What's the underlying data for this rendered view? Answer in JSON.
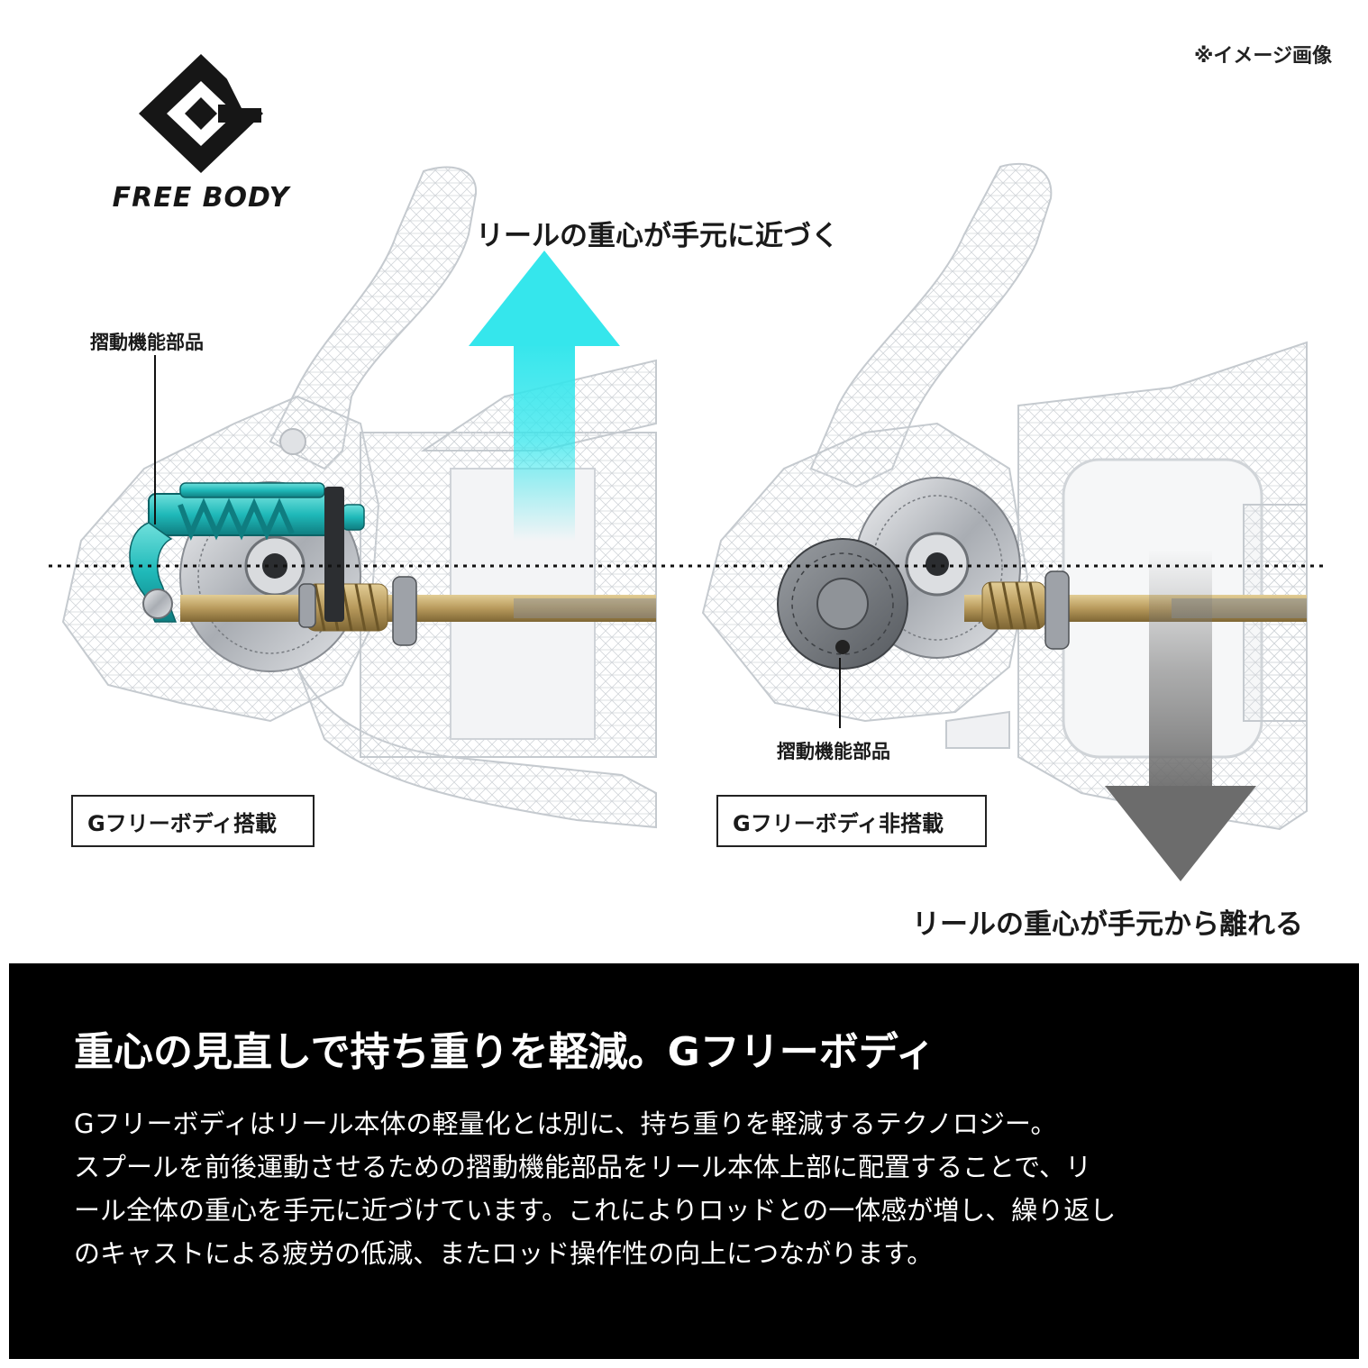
{
  "note": "※イメージ画像",
  "logo": {
    "text": "FREE BODY"
  },
  "diagram": {
    "arrow_up_label": "リールの重心が手元に近づく",
    "arrow_down_label": "リールの重心が手元から離れる",
    "left_callout": "摺動機能部品",
    "right_callout": "摺動機能部品",
    "left_tag": "Gフリーボディ搭載",
    "right_tag": "Gフリーボディ非搭載"
  },
  "colors": {
    "accent_teal": "#1fb9b9",
    "arrow_cyan": "#35e6ec",
    "arrow_gray": "#7a7a7a",
    "gold_shaft": "#b89a5c",
    "panel_bg": "#000000"
  },
  "panel": {
    "title": "重心の見直しで持ち重りを軽減。Gフリーボディ",
    "lines": [
      "Gフリーボディはリール本体の軽量化とは別に、持ち重りを軽減するテクノロジー。",
      "スプールを前後運動させるための摺動機能部品をリール本体上部に配置することで、リ",
      "ール全体の重心を手元に近づけています。これによりロッドとの一体感が増し、繰り返し",
      "のキャストによる疲労の低減、またロッド操作性の向上につながります。"
    ]
  }
}
